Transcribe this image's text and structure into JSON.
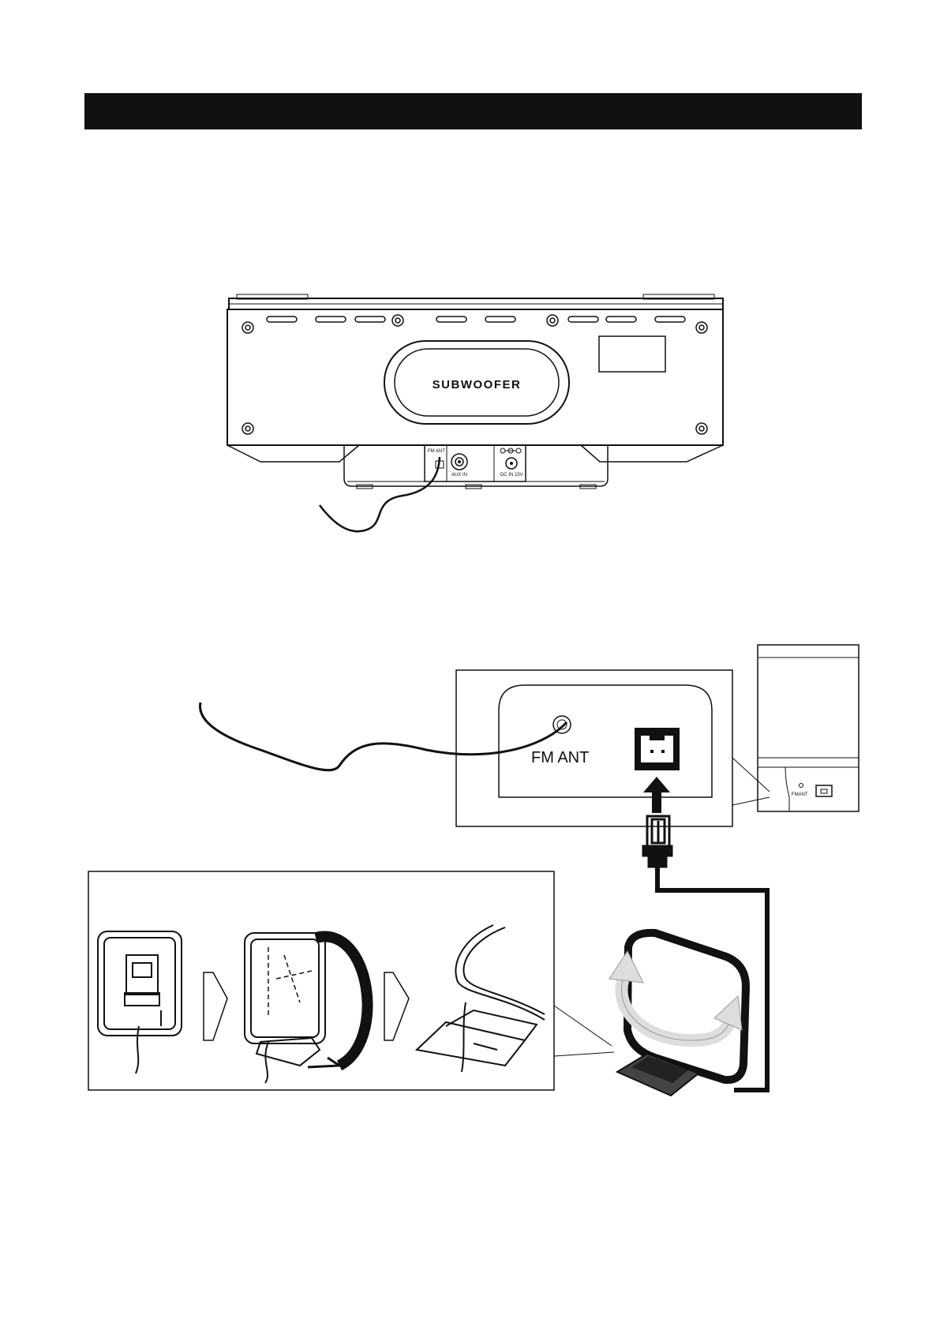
{
  "header": {
    "title": ""
  },
  "figure_top": {
    "subwoofer_label": "SUBWOOFER",
    "fm_ant_label": "FM ANT",
    "aux_in_label": "AUX IN",
    "dc_in_label": "DC IN 15V"
  },
  "figure_bottom": {
    "fm_ant_large_label": "FM ANT",
    "fm_ant_small_label": "FMANT"
  }
}
